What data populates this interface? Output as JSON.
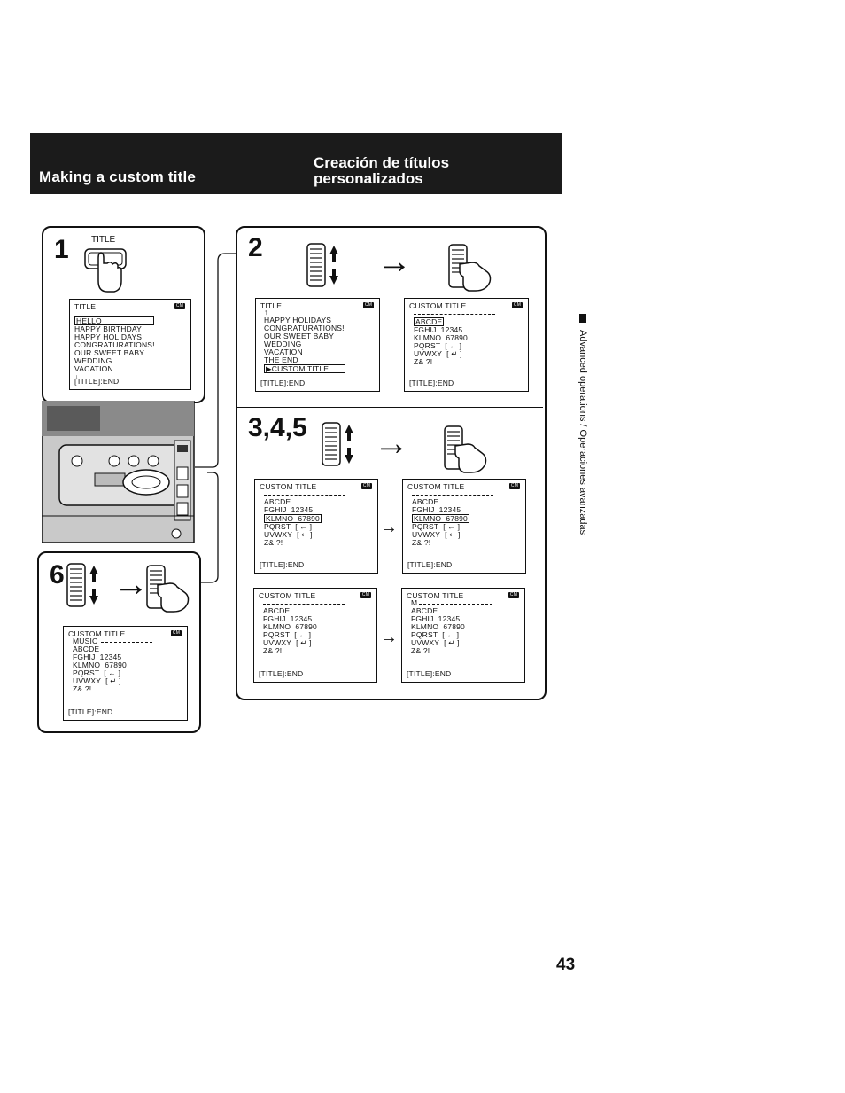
{
  "header": {
    "title_en": "Making a custom title",
    "title_es_line1": "Creación de títulos",
    "title_es_line2": "personalizados"
  },
  "side_caption": "Advanced operations / Operaciones avanzadas",
  "page_number": "43",
  "steps": {
    "step1": {
      "number": "1",
      "button_label": "TITLE",
      "screen": {
        "title": "TITLE",
        "badge": "CM",
        "items": [
          "HELLO",
          "HAPPY BIRTHDAY",
          "HAPPY HOLIDAYS",
          "CONGRATURATIONS!",
          "OUR SWEET BABY",
          "WEDDING",
          "VACATION"
        ],
        "more": "↓",
        "footer": "[TITLE]:END"
      }
    },
    "step2": {
      "number": "2",
      "arrow": "→",
      "screen_a": {
        "title": "TITLE",
        "badge": "CM",
        "up": "↑",
        "items": [
          "HAPPY HOLIDAYS",
          "CONGRATURATIONS!",
          "OUR SWEET BABY",
          "WEDDING",
          "VACATION",
          "THE END",
          "▶CUSTOM TITLE"
        ],
        "footer": "[TITLE]:END"
      },
      "screen_b": {
        "title": "CUSTOM TITLE",
        "badge": "CM",
        "rows": [
          "ABCDE",
          "FGHIJ  12345",
          "KLMNO  67890",
          "PQRST  [ ← ]",
          "UVWXY  [ ↵ ]",
          "Z& ?!"
        ],
        "footer": "[TITLE]:END"
      }
    },
    "step345": {
      "number": "3,4,5",
      "arrow": "→",
      "screens": [
        {
          "title": "CUSTOM TITLE",
          "badge": "CM",
          "line1": "",
          "rows": [
            "ABCDE",
            "FGHIJ  12345",
            "KLMNO  67890",
            "PQRST  [ ← ]",
            "UVWXY  [ ↵ ]",
            "Z& ?!"
          ],
          "footer": "[TITLE]:END"
        },
        {
          "title": "CUSTOM TITLE",
          "badge": "CM",
          "line1": "",
          "rows": [
            "ABCDE",
            "FGHIJ  12345",
            "KLMNO  67890",
            "PQRST  [ ← ]",
            "UVWXY  [ ↵ ]",
            "Z& ?!"
          ],
          "footer": "[TITLE]:END"
        },
        {
          "title": "CUSTOM TITLE",
          "badge": "CM",
          "line1": "",
          "rows": [
            "ABCDE",
            "FGHIJ  12345",
            "KLMNO  67890",
            "PQRST  [ ← ]",
            "UVWXY  [ ↵ ]",
            "Z& ?!"
          ],
          "footer": "[TITLE]:END"
        },
        {
          "title": "CUSTOM TITLE",
          "badge": "CM",
          "line1": "M",
          "rows": [
            "ABCDE",
            "FGHIJ  12345",
            "KLMNO  67890",
            "PQRST  [ ← ]",
            "UVWXY  [ ↵ ]",
            "Z& ?!"
          ],
          "footer": "[TITLE]:END"
        }
      ],
      "arrows": [
        "→",
        "→"
      ]
    },
    "step6": {
      "number": "6",
      "arrow": "→",
      "screen": {
        "title": "CUSTOM TITLE",
        "badge": "CM",
        "line1": "MUSIC",
        "rows": [
          "ABCDE",
          "FGHIJ  12345",
          "KLMNO  67890",
          "PQRST  [ ← ]",
          "UVWXY  [ ↵ ]",
          "Z& ?!"
        ],
        "footer": "[TITLE]:END"
      }
    }
  }
}
